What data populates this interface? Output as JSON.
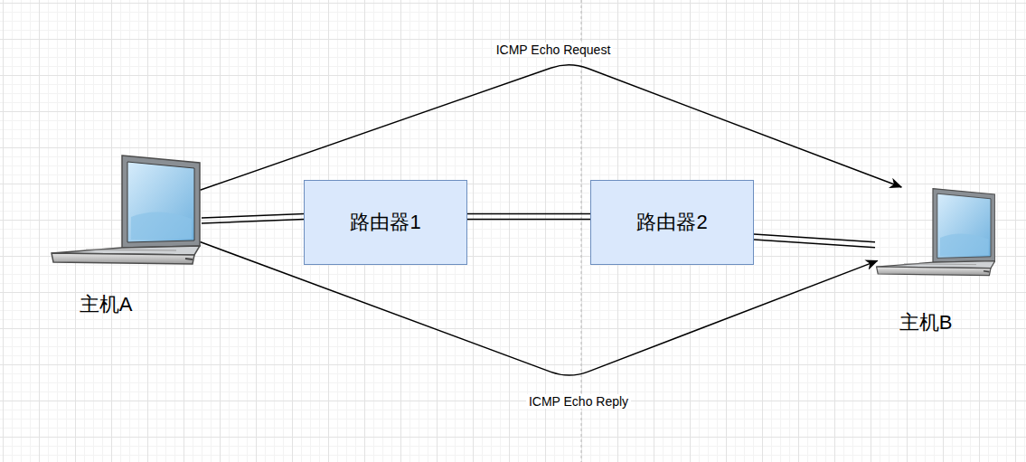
{
  "diagram": {
    "nodes": [
      {
        "text": [
          "主机A"
        ]
      },
      {
        "text": [
          "路由器1"
        ]
      },
      {
        "text": [
          "路由器2"
        ]
      },
      {
        "text": [
          "主机B"
        ]
      }
    ],
    "edges": [
      {
        "from": 0,
        "to": 3,
        "label": "ICMP Echo Request",
        "arrow": "to"
      },
      {
        "from": 0,
        "to": 3,
        "label": "ICMP Echo Reply",
        "arrow": "to"
      },
      {
        "from": 0,
        "to": 1,
        "arrow": "none"
      },
      {
        "from": 1,
        "to": 2,
        "arrow": "none"
      },
      {
        "from": 2,
        "to": 3,
        "arrow": "none"
      }
    ]
  }
}
